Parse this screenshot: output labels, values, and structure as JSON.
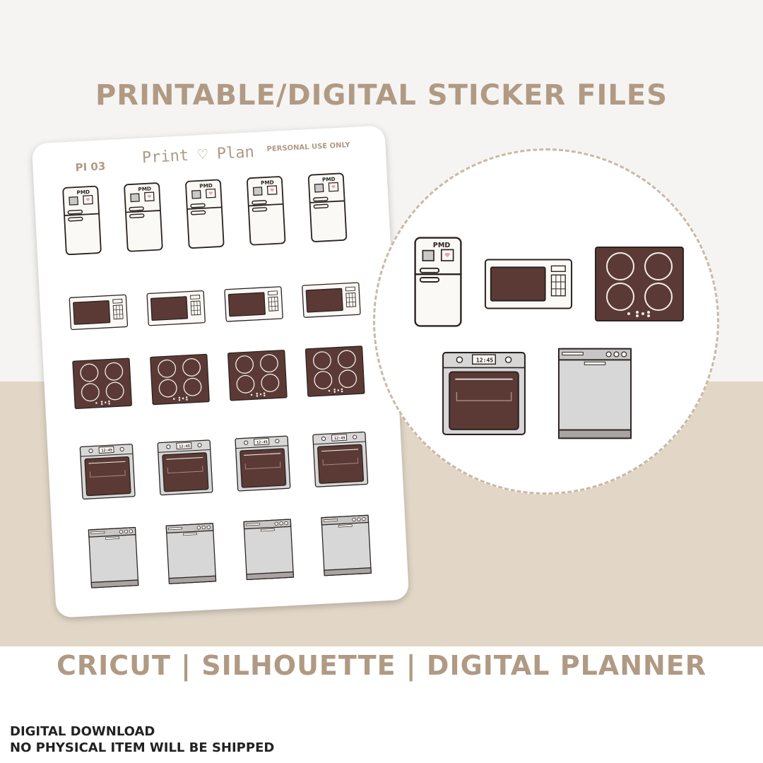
{
  "headline_top": "PRINTABLE/DIGITAL STICKER FILES",
  "headline_bottom": "CRICUT |  SILHOUETTE | DIGITAL PLANNER",
  "footer": {
    "line1": "DIGITAL DOWNLOAD",
    "line2": "NO PHYSICAL ITEM WILL BE SHIPPED"
  },
  "sheet": {
    "code": "PI 03",
    "brand": "Print ♡ Plan",
    "note": "PERSONAL USE ONLY",
    "rows": [
      {
        "item": "fridge",
        "count": 5
      },
      {
        "item": "microwave",
        "count": 4
      },
      {
        "item": "cooktop",
        "count": 4
      },
      {
        "item": "oven",
        "count": 4
      },
      {
        "item": "dishwasher",
        "count": 4
      }
    ]
  },
  "fridge_label": "PMD",
  "clock_text": "12:45",
  "colors": {
    "accent": "#b09a84",
    "beige_band": "#e2d7c7",
    "appliance_dark": "#5b3a36",
    "appliance_grey": "#d7d7d7",
    "outline": "#2b2320"
  }
}
